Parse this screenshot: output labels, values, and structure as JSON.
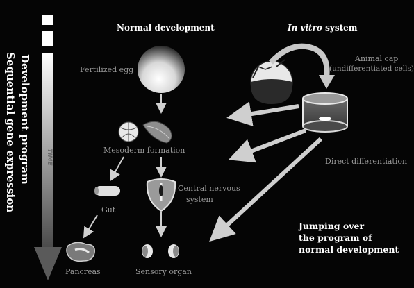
{
  "headers": {
    "normal": "Normal development",
    "invitro_em": "In vitro",
    "invitro_rest": " system"
  },
  "side_labels": {
    "development_program": "Development program",
    "sequential": "Sequential gene expression",
    "time": "TIME"
  },
  "nodes": {
    "fertilized_egg": "Fertilized egg",
    "mesoderm": "Mesoderm formation",
    "gut": "Gut",
    "cns_line1": "Central nervous",
    "cns_line2": "system",
    "pancreas": "Pancreas",
    "sensory": "Sensory organ",
    "animal_cap_line1": "Animal cap",
    "animal_cap_line2": "(undifferentiated cells)",
    "direct_diff": "Direct differentiation"
  },
  "note": {
    "line1": "Jumping over",
    "line2": "the program of",
    "line3": "normal development"
  },
  "colors": {
    "background": "#050505",
    "text_gray": "#9a9a9a",
    "text_white": "#ffffff",
    "arrow_gray": "#bdbdbd"
  }
}
